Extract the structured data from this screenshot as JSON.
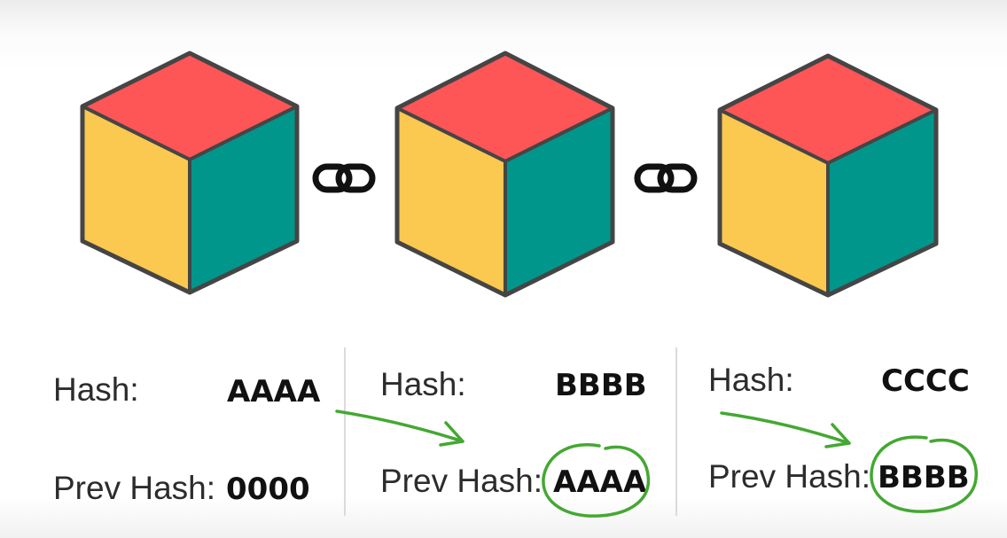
{
  "colors": {
    "top_face": "#fe5557",
    "left_face": "#fbc850",
    "right_face": "#00968c",
    "outline": "#454545",
    "annotation": "#44a832",
    "divider": "#cfcfcf"
  },
  "link_icon": "chain-link-icon",
  "blocks": [
    {
      "hash_label": "Hash:",
      "hash_value": "AAAA",
      "prev_label": "Prev Hash:",
      "prev_value": "0000"
    },
    {
      "hash_label": "Hash:",
      "hash_value": "BBBB",
      "prev_label": "Prev Hash:",
      "prev_value": "AAAA"
    },
    {
      "hash_label": "Hash:",
      "hash_value": "CCCC",
      "prev_label": "Prev Hash:",
      "prev_value": "BBBB"
    }
  ]
}
